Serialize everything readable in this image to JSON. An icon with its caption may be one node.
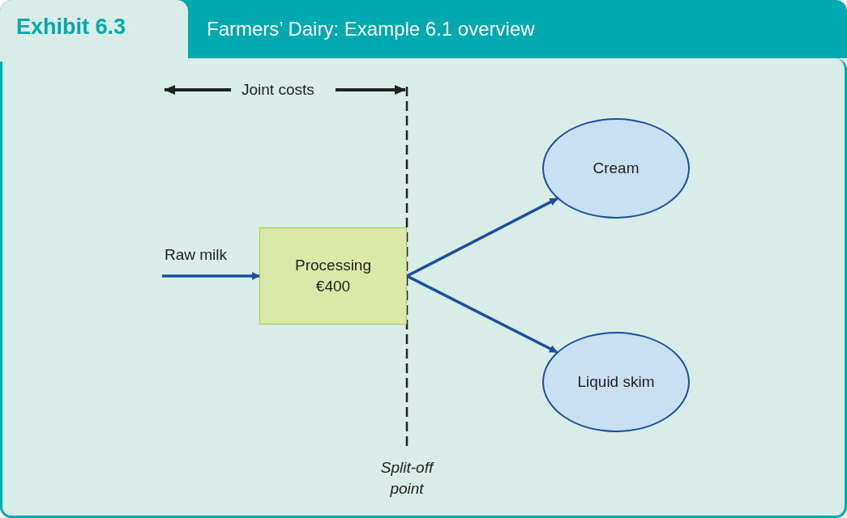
{
  "diagram": {
    "title": "Farmers’ Dairy: Example 6.1 overview",
    "nodes": [
      {
        "text": [
          "Processing €400"
        ]
      },
      {
        "text": [
          "Cream"
        ]
      },
      {
        "text": [
          "Liquid skim"
        ]
      }
    ],
    "edges": [
      {
        "from": null,
        "to": 0,
        "arrow": "to",
        "label": "Raw milk"
      },
      {
        "from": 0,
        "to": 1,
        "arrow": "to"
      },
      {
        "from": 0,
        "to": 2,
        "arrow": "to"
      }
    ],
    "labels": [
      "Exhibit 6.3",
      "Joint costs",
      "Split-off point"
    ]
  }
}
